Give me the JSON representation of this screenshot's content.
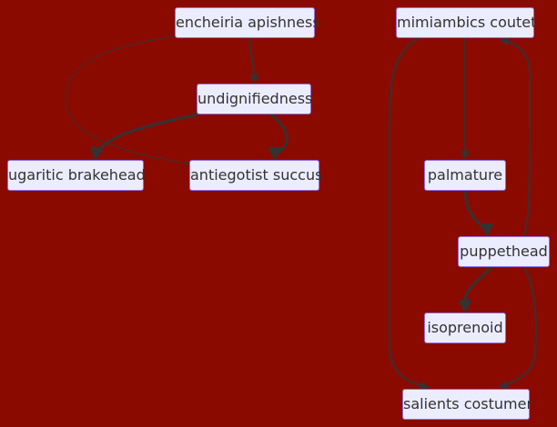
{
  "nodes": [
    {
      "id": "encheiria",
      "label": "encheiria apishness"
    },
    {
      "id": "undig",
      "label": "undignifiedness"
    },
    {
      "id": "ugaritic",
      "label": "ugaritic brakehead"
    },
    {
      "id": "antiego",
      "label": "antiegotist succus"
    },
    {
      "id": "mimiamb",
      "label": "mimiambics coutet"
    },
    {
      "id": "palmature",
      "label": "palmature"
    },
    {
      "id": "puppet",
      "label": "puppethead"
    },
    {
      "id": "isopren",
      "label": "isoprenoid"
    },
    {
      "id": "salients",
      "label": "salients costumer"
    }
  ],
  "edges": [
    {
      "from": "encheiria apishness",
      "to": "undignifiedness",
      "style": "normal"
    },
    {
      "from": "encheiria apishness",
      "to": "antiegotist succus",
      "style": "thin"
    },
    {
      "from": "undignifiedness",
      "to": "ugaritic brakehead",
      "style": "thick"
    },
    {
      "from": "undignifiedness",
      "to": "antiegotist succus",
      "style": "thick"
    },
    {
      "from": "mimiambics coutet",
      "to": "palmature",
      "style": "normal"
    },
    {
      "from": "mimiambics coutet",
      "to": "salients costumer",
      "style": "normal"
    },
    {
      "from": "palmature",
      "to": "puppethead",
      "style": "thick"
    },
    {
      "from": "puppethead",
      "to": "mimiambics coutet",
      "style": "normal"
    },
    {
      "from": "puppethead",
      "to": "isoprenoid",
      "style": "thick"
    },
    {
      "from": "puppethead",
      "to": "salients costumer",
      "style": "normal"
    }
  ],
  "colors": {
    "background": "#8B0A00",
    "node_fill": "#ECECFF",
    "node_border": "#9370DB",
    "node_text": "#333333",
    "edge": "#333333"
  }
}
